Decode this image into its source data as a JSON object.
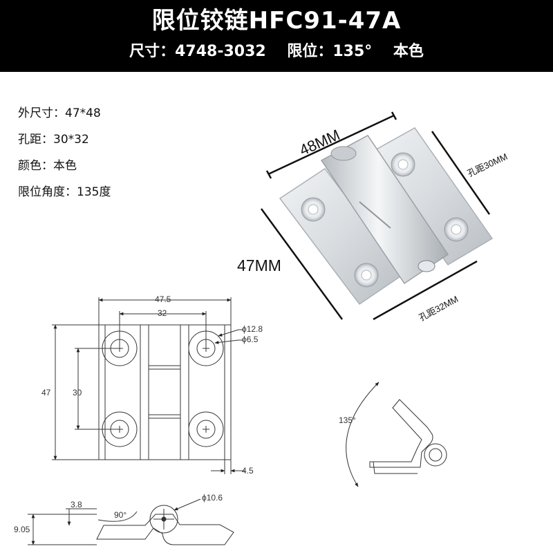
{
  "header": {
    "title": "限位铰链HFC91-47A",
    "subtitle": "尺寸：4748-3032    限位：135°    本色"
  },
  "specs": [
    "外尺寸：47*48",
    "孔距：30*32",
    "颜色：本色",
    "限位角度：135度"
  ],
  "photo_labels": {
    "width": "48MM",
    "height": "47MM",
    "hole_distance_a": "孔距30MM",
    "hole_distance_b": "孔距32MM"
  },
  "front_drawing": {
    "overall_width": "47.5",
    "hole_spacing_x": "32",
    "overall_height": "47",
    "hole_spacing_y": "30",
    "countersink_dia": "ϕ12.8",
    "hole_dia": "ϕ6.5",
    "edge_offset": "4.5"
  },
  "side_drawing": {
    "leaf_thickness": "3.8",
    "overall_thickness": "9.05",
    "fold_angle": "90°",
    "knuckle_dia": "ϕ10.6"
  },
  "angle_drawing": {
    "limit_angle": "135°"
  },
  "colors": {
    "banner": "#000000",
    "metal": "#d9dde1",
    "line": "#333333"
  }
}
